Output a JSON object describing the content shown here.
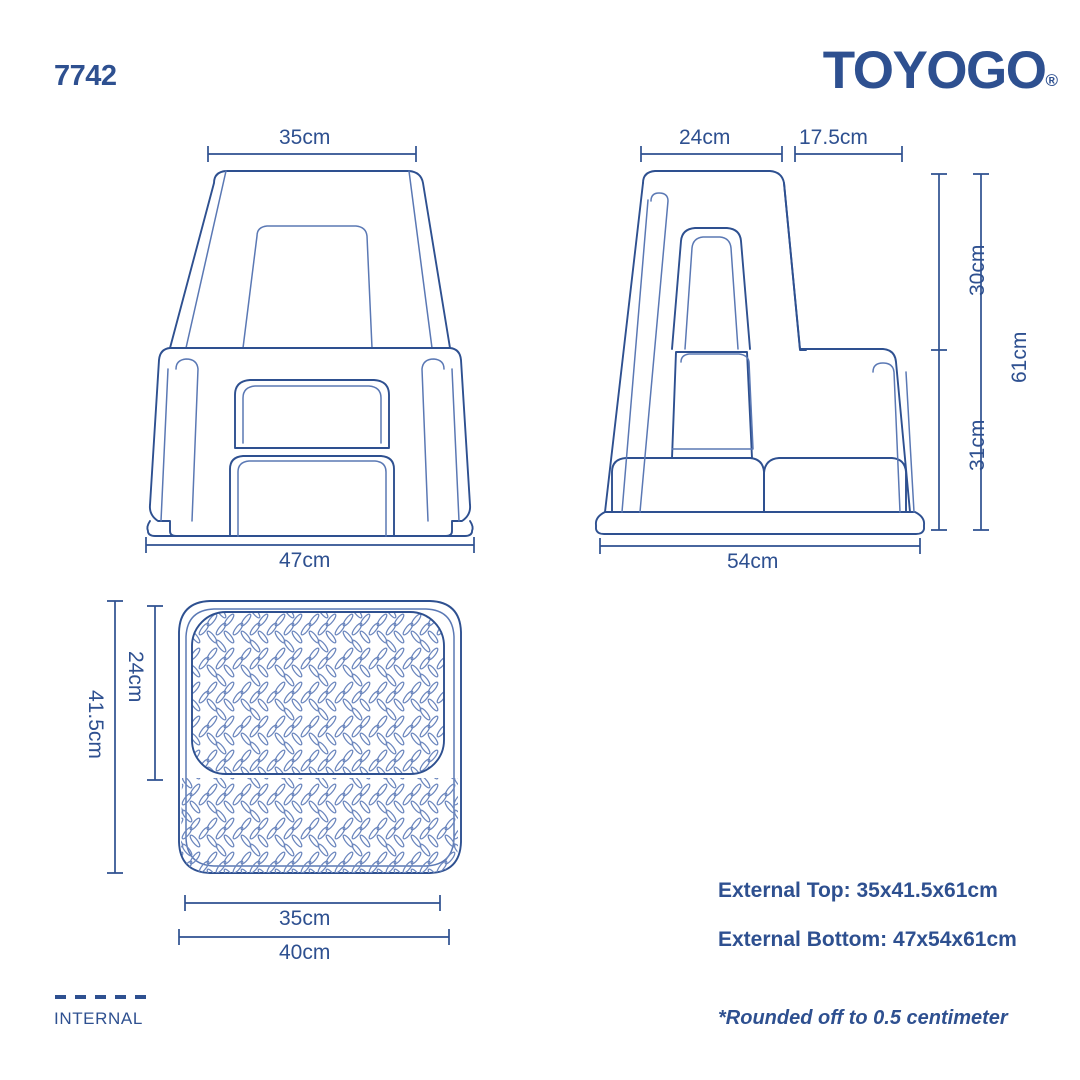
{
  "header": {
    "sku": "7742",
    "brand": "TOYOGO",
    "registered_mark": "®"
  },
  "views": {
    "front": {
      "name": "front-view",
      "top_width": "35cm",
      "bottom_width": "47cm"
    },
    "side": {
      "name": "side-view",
      "top_depth": "24cm",
      "step_depth": "17.5cm",
      "upper_height": "30cm",
      "lower_height": "31cm",
      "total_height": "61cm",
      "bottom_depth": "54cm"
    },
    "top": {
      "name": "top-view",
      "upper_depth": "24cm",
      "total_depth": "41.5cm",
      "upper_width": "35cm",
      "total_width": "40cm"
    }
  },
  "specs": {
    "external_top": "External Top: 35x41.5x61cm",
    "external_bottom": "External Bottom: 47x54x61cm",
    "rounding_note": "*Rounded off to 0.5 centimeter"
  },
  "legend": {
    "internal_label": "INTERNAL"
  },
  "colors": {
    "brand_blue": "#2e5090",
    "line_blue": "#2e5090",
    "light_line": "#5a78b4",
    "tread": "#6b86bd",
    "background": "#ffffff"
  }
}
